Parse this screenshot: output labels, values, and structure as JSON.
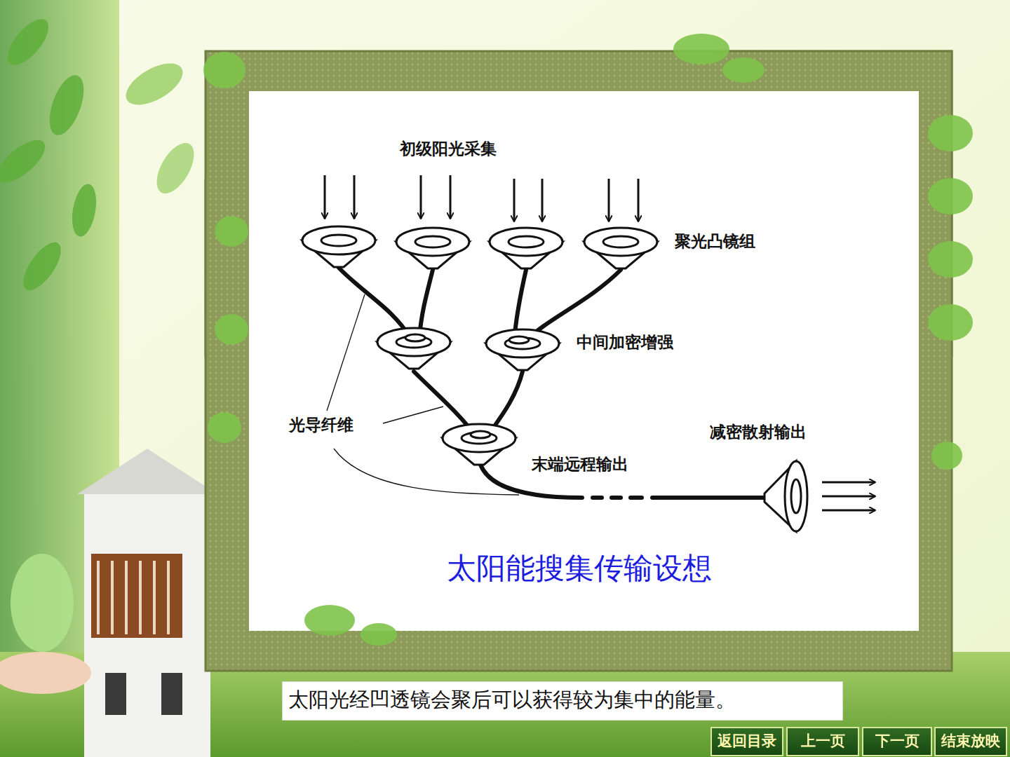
{
  "diagram": {
    "caption": "太阳能搜集传输设想",
    "nodes": [
      {
        "text": [
          "太阳光经凹透镜会聚后可以获得较为集中的能量。"
        ]
      },
      {
        "text": [
          "返回目录"
        ]
      },
      {
        "text": [
          "上一页"
        ]
      },
      {
        "text": [
          "下一页"
        ]
      },
      {
        "text": [
          "结束放映"
        ]
      }
    ],
    "labels": [
      "初级阳光采集",
      "聚光凸镜组",
      "中间加密增强",
      "光导纤维",
      "减密散射输出",
      "末端远程输出"
    ]
  }
}
